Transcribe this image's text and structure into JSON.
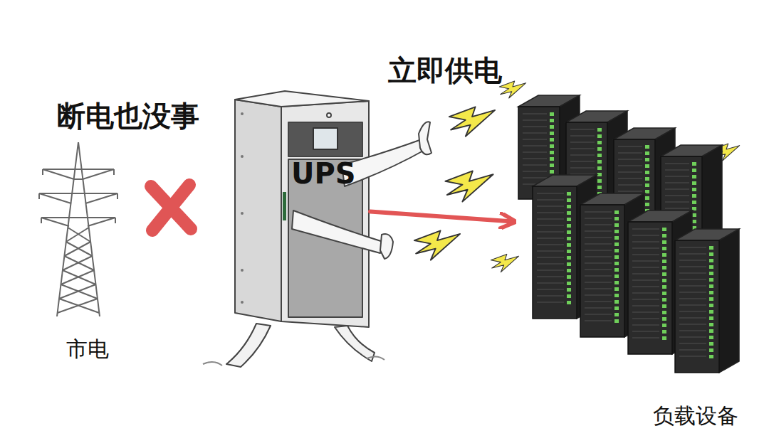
{
  "diagram": {
    "nodes": [
      {
        "text": [
          "市电"
        ]
      },
      {
        "text": [
          "UPS"
        ]
      },
      {
        "text": [
          "负载设备"
        ]
      }
    ],
    "edges": [
      {
        "from": 1,
        "to": 2,
        "arrow": "to"
      }
    ],
    "labels": [
      "断电也没事",
      "立即供电"
    ]
  }
}
